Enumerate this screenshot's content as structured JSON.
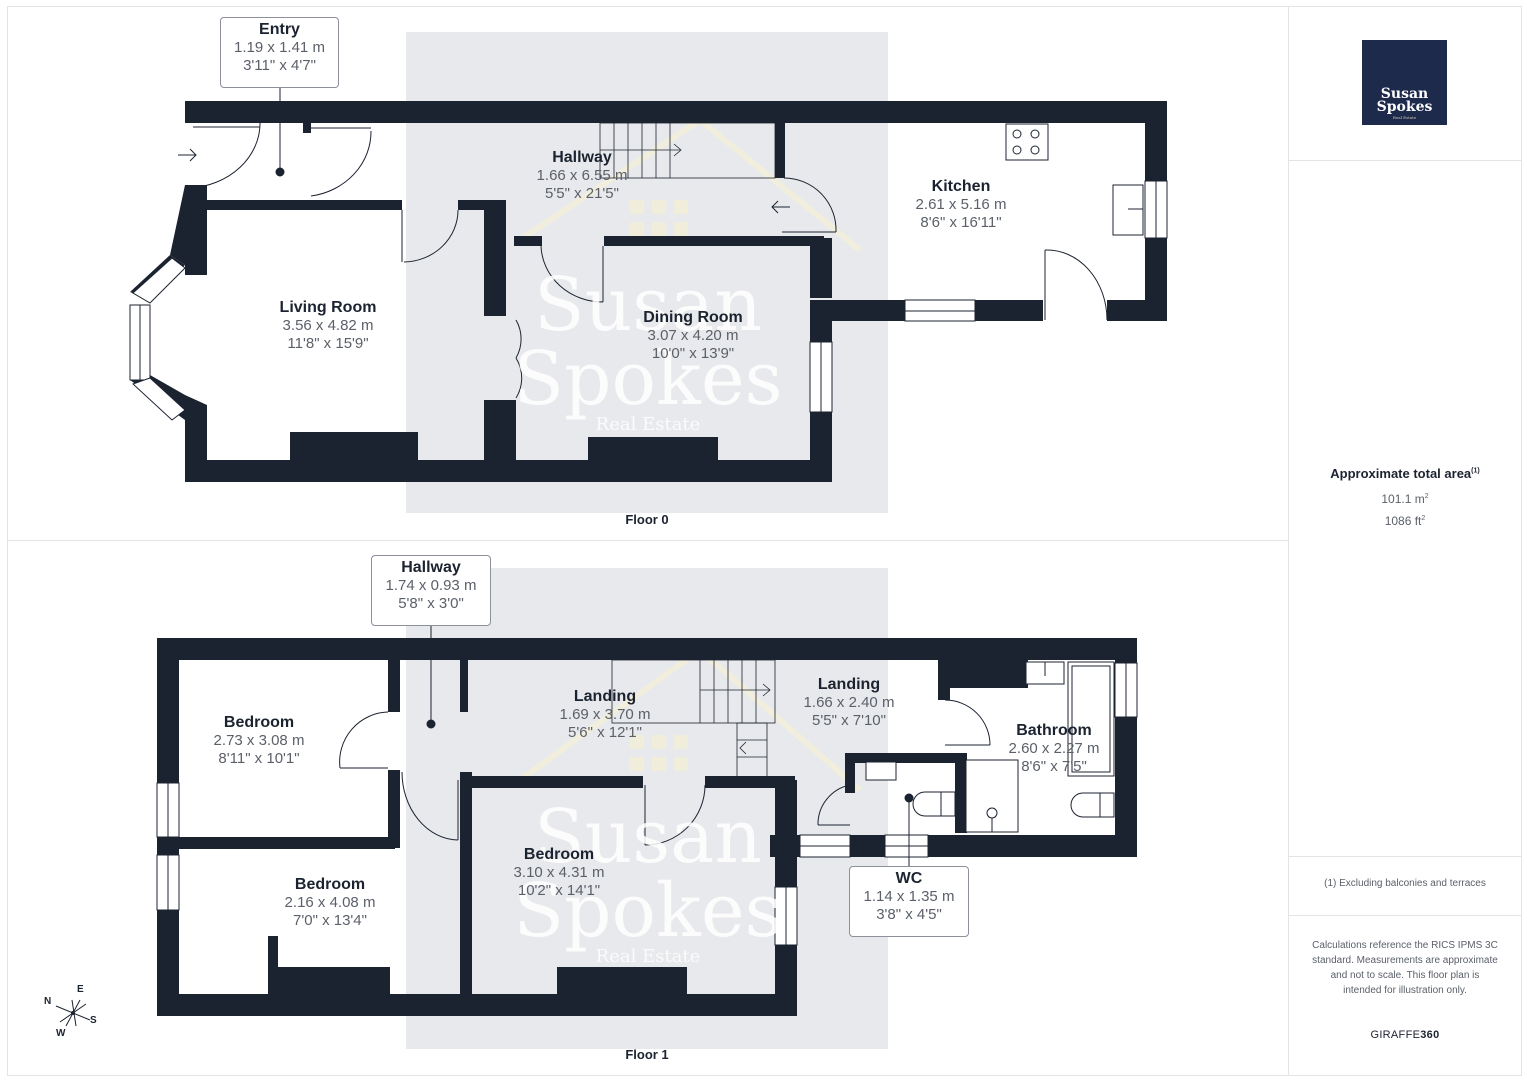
{
  "colors": {
    "wall": "#1c2330",
    "grey_band": "#e8e9ec",
    "logo_bg": "#1e2a4c",
    "logo_gold": "#b49a62",
    "text_dark": "#1c2330",
    "text_muted": "#5b6069",
    "frame": "#e2e4e8"
  },
  "floors": [
    {
      "label": "Floor 0",
      "rooms": [
        {
          "name": "Entry",
          "metric": "1.19 x 1.41 m",
          "imperial": "3'11\" x 4'7\"",
          "callout": true
        },
        {
          "name": "Hallway",
          "metric": "1.66 x 6.55 m",
          "imperial": "5'5\" x 21'5\""
        },
        {
          "name": "Kitchen",
          "metric": "2.61 x 5.16 m",
          "imperial": "8'6\" x 16'11\""
        },
        {
          "name": "Living Room",
          "metric": "3.56 x 4.82 m",
          "imperial": "11'8\" x 15'9\""
        },
        {
          "name": "Dining Room",
          "metric": "3.07 x 4.20 m",
          "imperial": "10'0\" x 13'9\""
        }
      ]
    },
    {
      "label": "Floor 1",
      "rooms": [
        {
          "name": "Hallway",
          "metric": "1.74 x 0.93 m",
          "imperial": "5'8\" x 3'0\"",
          "callout": true
        },
        {
          "name": "Landing",
          "metric": "1.69 x 3.70 m",
          "imperial": "5'6\" x 12'1\""
        },
        {
          "name": "Landing",
          "metric": "1.66 x 2.40 m",
          "imperial": "5'5\" x 7'10\""
        },
        {
          "name": "Bathroom",
          "metric": "2.60 x 2.27 m",
          "imperial": "8'6\" x 7'5\""
        },
        {
          "name": "Bedroom",
          "metric": "2.73 x 3.08 m",
          "imperial": "8'11\" x 10'1\""
        },
        {
          "name": "Bedroom",
          "metric": "2.16 x 4.08 m",
          "imperial": "7'0\" x 13'4\""
        },
        {
          "name": "Bedroom",
          "metric": "3.10 x 4.31 m",
          "imperial": "10'2\" x 14'1\""
        },
        {
          "name": "WC",
          "metric": "1.14 x 1.35 m",
          "imperial": "3'8\" x 4'5\"",
          "callout": true
        }
      ]
    }
  ],
  "sidebar": {
    "logo": {
      "line1": "Susan",
      "line2": "Spokes",
      "line3": "Real Estate",
      "icon": "house-roof-icon"
    },
    "area_title": "Approximate total area",
    "area_footnote_marker": "(1)",
    "area_metric_value": "101.1 m",
    "area_imperial_value": "1086 ft",
    "area_unit_exponent": "2",
    "footnote": "(1) Excluding balconies and terraces",
    "disclaimer": "Calculations reference the RICS IPMS 3C standard. Measurements are approximate and not to scale. This floor plan is intended for illustration only.",
    "brand_prefix": "GIRAFFE",
    "brand_suffix": "360"
  },
  "watermark": {
    "line1": "Susan",
    "line2": "Spokes",
    "line3": "Real Estate"
  },
  "compass": {
    "n": "N",
    "e": "E",
    "s": "S",
    "w": "W",
    "icon": "compass-rose-icon"
  }
}
